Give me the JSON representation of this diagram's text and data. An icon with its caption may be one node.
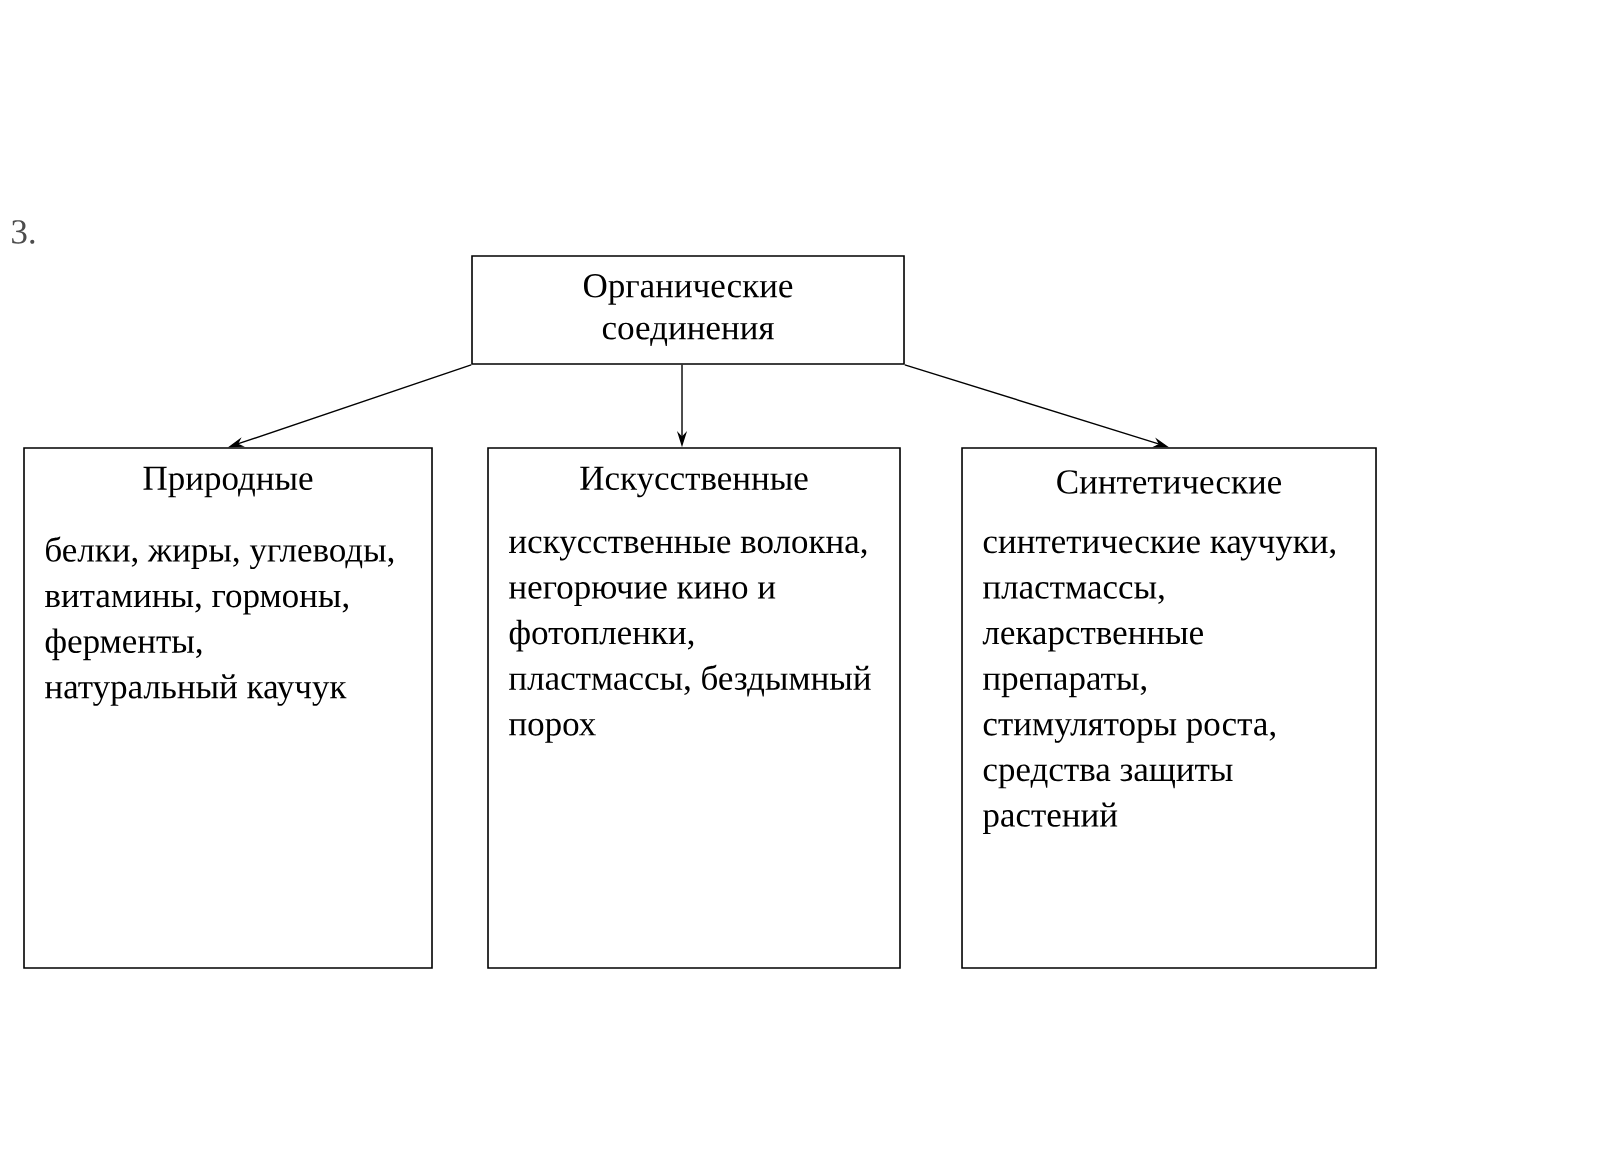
{
  "diagram": {
    "nodes": [
      {
        "text": [
          "Органические соединения"
        ]
      },
      {
        "text": [
          "Природные",
          "белки, жиры, углеводы, витамины, гормоны, ферменты, натуральный каучук"
        ]
      },
      {
        "text": [
          "Искусственные",
          "искусственные волокна, негорючие кино и фотопленки, пластмассы, бездымный порох"
        ]
      },
      {
        "text": [
          "Синтетические",
          "синтетические каучуки, пластмассы, лекарственные препараты, стимуляторы роста, средства защиты растений"
        ]
      }
    ],
    "edges": [
      {
        "from": 0,
        "to": 1,
        "arrow": "to"
      },
      {
        "from": 0,
        "to": 2,
        "arrow": "to"
      },
      {
        "from": 0,
        "to": 3,
        "arrow": "to"
      }
    ],
    "labels": [
      "3."
    ]
  }
}
